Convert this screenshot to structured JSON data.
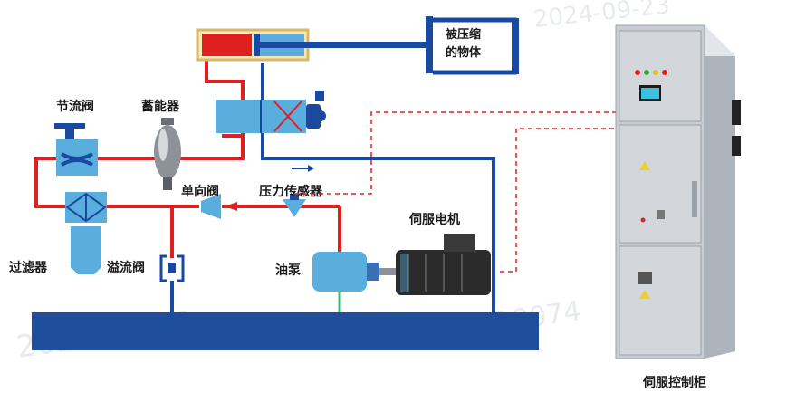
{
  "labels": {
    "pressed_object": [
      "被压缩",
      "的物体"
    ],
    "throttle_valve": "节流阀",
    "accumulator": "蓄能器",
    "check_valve": "单向阀",
    "pressure_sensor": "压力传感器",
    "servo_motor": "伺服电机",
    "filter": "过滤器",
    "relief_valve": "溢流阀",
    "oil_pump": "油泵",
    "servo_cabinet": "伺服控制柜"
  },
  "watermark": [
    "2024-09-23",
    "CT-0074"
  ],
  "colors": {
    "pressure_line": "#e02020",
    "return_line": "#1a4aa0",
    "tank": "#1f4e9c",
    "component": "#5aaede",
    "signal_line": "#e02020",
    "cabinet": "#c8cdd3",
    "cylinder_frame": "#d9b86a"
  },
  "icons": {
    "cylinder": "hydraulic-cylinder-icon",
    "directional_valve": "solenoid-valve-icon",
    "motor": "servo-motor-icon",
    "cabinet": "control-cabinet-icon"
  }
}
